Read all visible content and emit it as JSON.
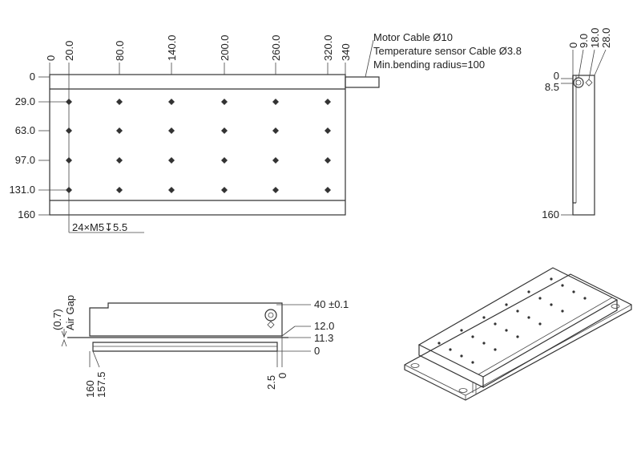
{
  "top_view": {
    "x_labels": [
      "0",
      "20.0",
      "80.0",
      "140.0",
      "200.0",
      "260.0",
      "320.0",
      "340"
    ],
    "y_labels": [
      "0",
      "29.0",
      "63.0",
      "97.0",
      "131.0",
      "160"
    ],
    "hole_callout": "24×M5↧5.5",
    "cable_notes": {
      "motor": "Motor Cable Ø10",
      "sensor": "Temperature sensor Cable Ø3.8",
      "bending": "Min.bending radius=100"
    }
  },
  "side_view_right": {
    "top_labels": [
      "0",
      "9.0",
      "18.0",
      "28.0"
    ],
    "labels": {
      "zero": "0",
      "hole_y": "8.5",
      "length": "160"
    }
  },
  "front_view": {
    "air_gap_label": "Air Gap",
    "air_gap_value": "(0.7)",
    "right_labels": [
      "40 ±0.1",
      "12.0",
      "11.3",
      "0"
    ],
    "bottom_left_labels": [
      "160",
      "157.5"
    ],
    "bottom_right_labels": [
      "2.5",
      "0"
    ]
  },
  "iso_view": {
    "hole_count": 24
  }
}
